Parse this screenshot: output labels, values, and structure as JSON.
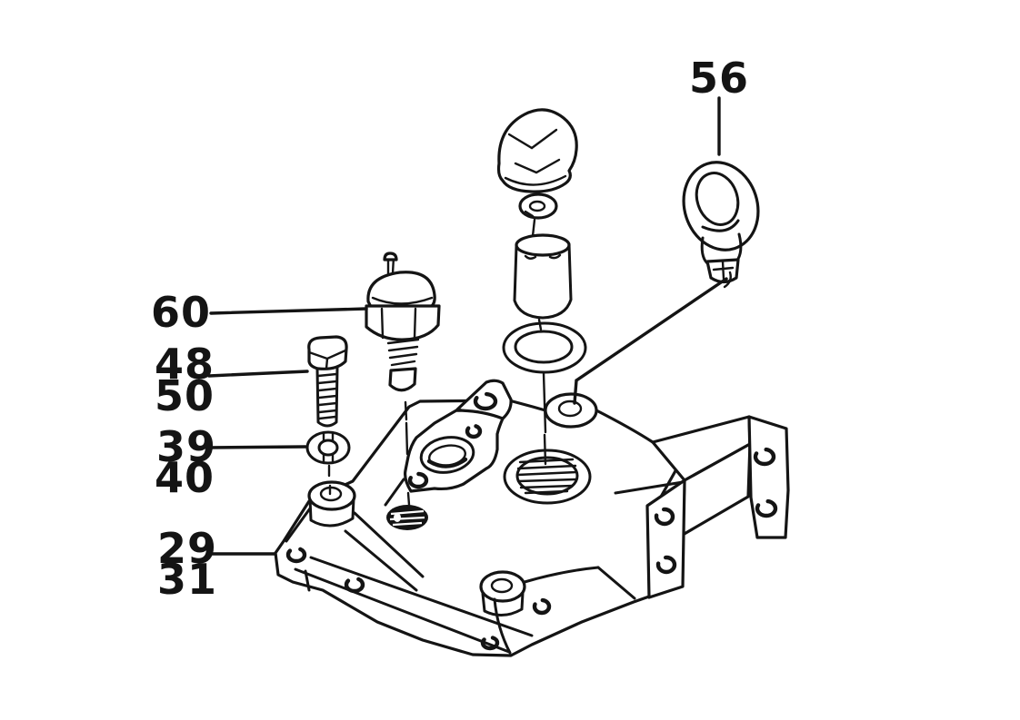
{
  "figure": {
    "background": "#ffffff",
    "ink": "#141414",
    "callouts": [
      {
        "label": "56"
      },
      {
        "label": "60"
      },
      {
        "label": "48"
      },
      {
        "label": "50"
      },
      {
        "label": "39"
      },
      {
        "label": "40"
      },
      {
        "label": "29"
      },
      {
        "label": "31"
      }
    ]
  }
}
